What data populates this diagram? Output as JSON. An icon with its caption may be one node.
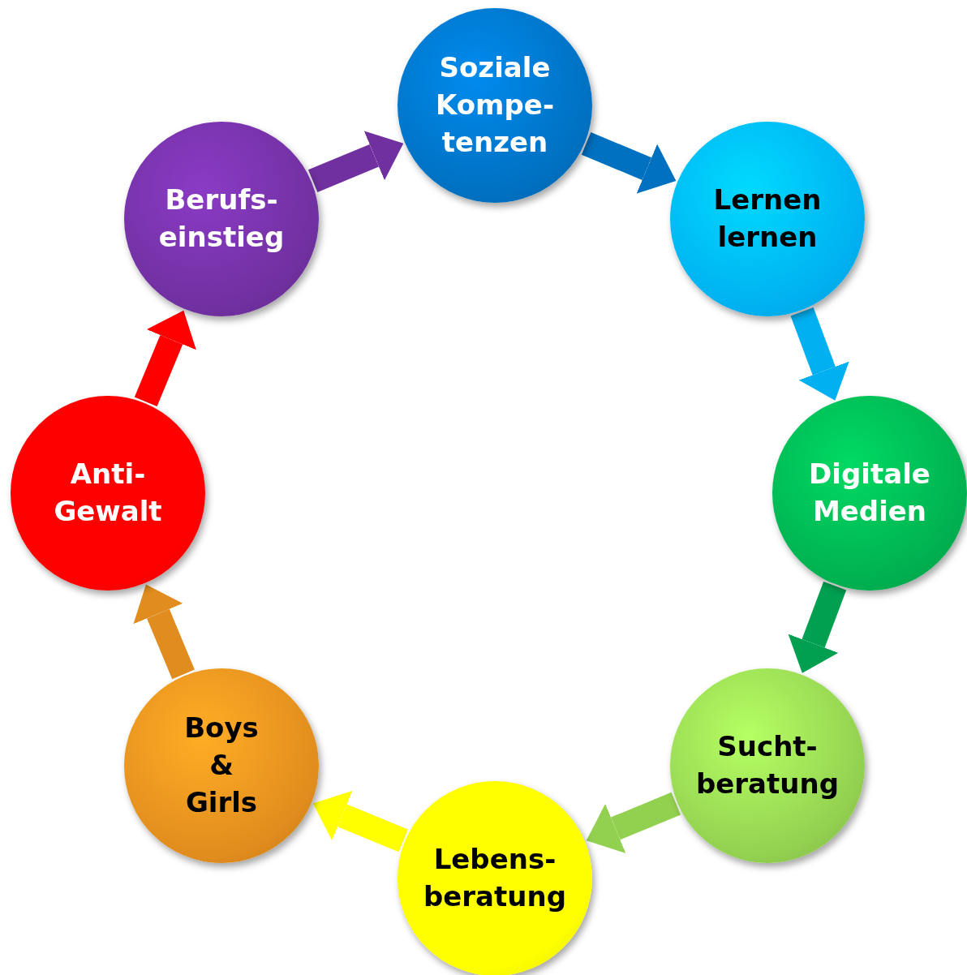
{
  "diagram": {
    "nodes": [
      {
        "text": [
          "Soziale Kompe- tenzen"
        ]
      },
      {
        "text": [
          "Lernen lernen"
        ]
      },
      {
        "text": [
          "Digitale Medien"
        ]
      },
      {
        "text": [
          "Sucht- beratung"
        ]
      },
      {
        "text": [
          "Lebens- beratung"
        ]
      },
      {
        "text": [
          "Boys & Girls"
        ]
      },
      {
        "text": [
          "Anti- Gewalt"
        ]
      },
      {
        "text": [
          "Berufs- einstieg"
        ]
      }
    ],
    "edges": [
      {
        "from": 7,
        "to": 0,
        "arrow": "to",
        "color": "#7030a0"
      },
      {
        "from": 0,
        "to": 1,
        "arrow": "to",
        "color": "#0070c0"
      },
      {
        "from": 1,
        "to": 2,
        "arrow": "to",
        "color": "#00b0f0"
      },
      {
        "from": 2,
        "to": 3,
        "arrow": "to",
        "color": "#00a050"
      },
      {
        "from": 3,
        "to": 4,
        "arrow": "to",
        "color": "#92d050"
      },
      {
        "from": 4,
        "to": 5,
        "arrow": "to",
        "color": "#ffff00"
      },
      {
        "from": 5,
        "to": 6,
        "arrow": "to",
        "color": "#e08c1e"
      },
      {
        "from": 6,
        "to": 7,
        "arrow": "to",
        "color": "#ff0000"
      }
    ]
  }
}
